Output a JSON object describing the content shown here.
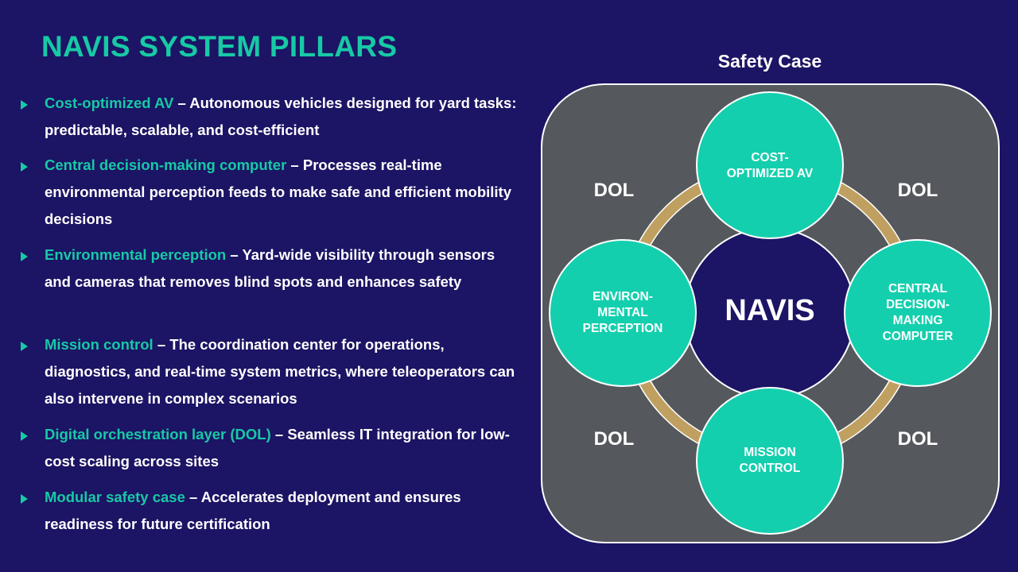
{
  "title": "NAVIS SYSTEM PILLARS",
  "bullets": [
    {
      "term": "Cost-optimized AV",
      "text": " – Autonomous vehicles designed for yard tasks: predictable, scalable, and cost-efficient"
    },
    {
      "term": "Central decision-making computer",
      "text": " – Processes real-time environmental perception feeds to make safe and efficient mobility decisions"
    },
    {
      "term": "Environmental perception",
      "text": " – Yard-wide visibility through sensors and cameras that removes blind spots and enhances safety"
    },
    {
      "term": "Mission control",
      "text": " – The coordination center for operations, diagnostics, and real-time system metrics, where teleoperators can also intervene in complex scenarios"
    },
    {
      "term": "Digital orchestration layer (DOL)",
      "text": " – Seamless IT integration for low-cost scaling across sites"
    },
    {
      "term": "Modular safety case",
      "text": " – Accelerates deployment and ensures readiness for future certification"
    }
  ],
  "diagram": {
    "title": "Safety Case",
    "center": "NAVIS",
    "top": "COST-\nOPTIMIZED AV",
    "left": "ENVIRON-\nMENTAL\nPERCEPTION",
    "right": "CENTRAL\nDECISION-\nMAKING\nCOMPUTER",
    "bottom": "MISSION\nCONTROL",
    "dol": [
      "DOL",
      "DOL",
      "DOL",
      "DOL"
    ]
  },
  "colors": {
    "background": "#1c1464",
    "accent": "#17c9a5",
    "circle": "#14cfae",
    "ring": "#c0a060",
    "panel": "#55585c"
  }
}
